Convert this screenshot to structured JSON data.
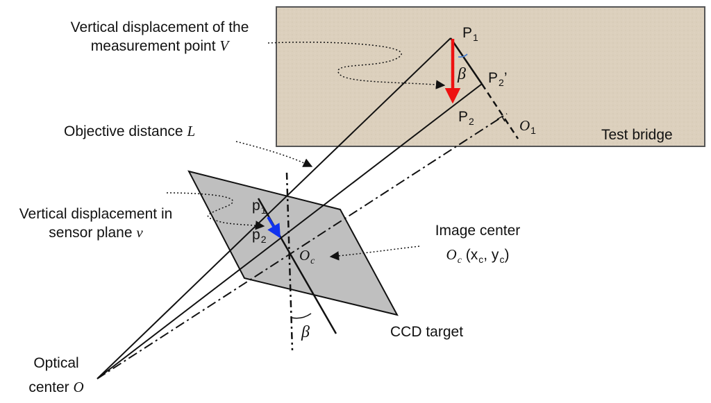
{
  "labels": {
    "vertical_displacement_point": {
      "line1": "Vertical displacement of the",
      "line2": "measurement point ",
      "symbol": "V"
    },
    "objective_distance": {
      "text": "Objective distance ",
      "symbol": "L"
    },
    "vertical_displacement_sensor": {
      "line1": "Vertical displacement in",
      "line2": "sensor plane ",
      "symbol": "v"
    },
    "image_center": {
      "line1": "Image center",
      "symbol": "O",
      "symbol_sub": "c",
      "coords": " (x",
      "coord_x_sub": "c",
      "coord_sep": ", y",
      "coord_y_sub": "c",
      "coord_end": ")"
    },
    "ccd_target": "CCD target",
    "test_bridge": "Test bridge",
    "optical_center": {
      "line1": "Optical",
      "line2": "center ",
      "symbol": "O"
    }
  },
  "points": {
    "P1": {
      "base": "P",
      "sub": "1"
    },
    "P2prime": {
      "base": "P",
      "sub": "2",
      "suffix": "’"
    },
    "P2": {
      "base": "P",
      "sub": "2"
    },
    "O1": {
      "base": "O",
      "sub": "1"
    },
    "p1": {
      "base": "p",
      "sub": "1"
    },
    "p2": {
      "base": "p",
      "sub": "2"
    },
    "Oc": {
      "base": "O",
      "sub": "c"
    }
  },
  "angles": {
    "beta_upper": "β",
    "beta_lower": "β"
  },
  "colors": {
    "bridge_fill": "#dcd0bd",
    "bridge_border": "#555555",
    "sensor_fill": "#bfbfbf",
    "displacement_arrow": "#ee1111",
    "sensor_arrow": "#1133ee",
    "angle_mark": "#4a7fd0",
    "lines": "#111111"
  }
}
